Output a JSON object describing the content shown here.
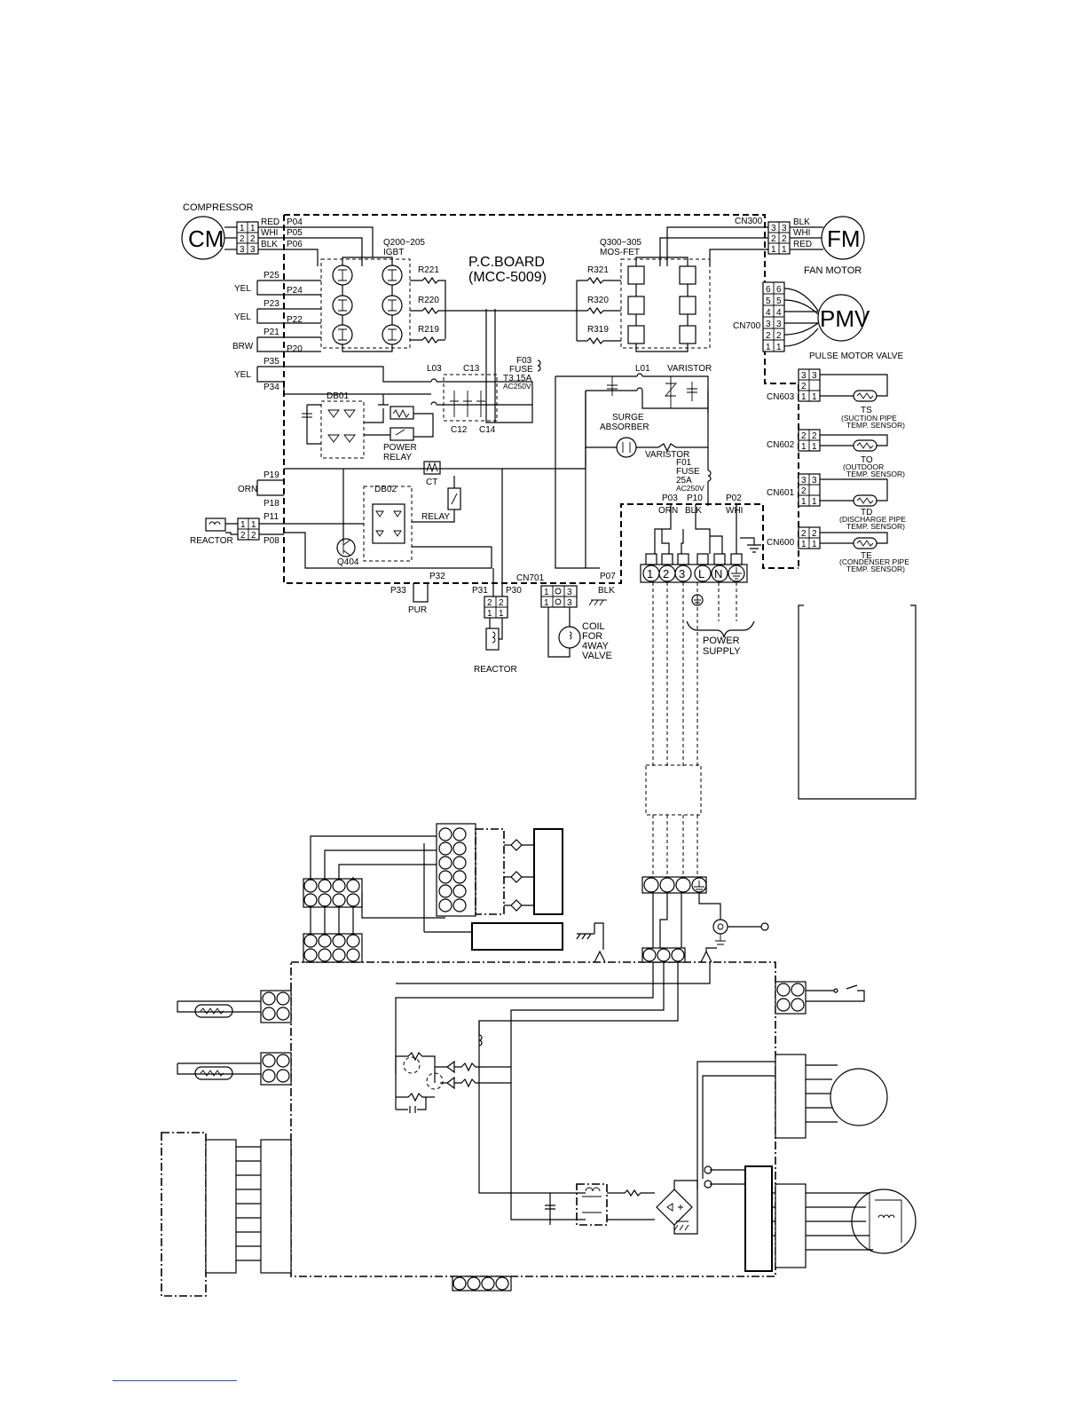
{
  "board": {
    "title": "P.C.BOARD",
    "model": "(MCC-5009)"
  },
  "compressor": {
    "label": "COMPRESSOR",
    "symbol": "CM",
    "pins": [
      "1",
      "2",
      "3"
    ],
    "wires": [
      "RED",
      "WHI",
      "BLK"
    ],
    "ports": [
      "P04",
      "P05",
      "P06"
    ]
  },
  "fan_motor": {
    "label": "FAN MOTOR",
    "symbol": "FM",
    "connector": "CN300",
    "pins": [
      "3",
      "2",
      "1"
    ],
    "wires": [
      "BLK",
      "WHI",
      "RED"
    ]
  },
  "pmv": {
    "label": "PULSE MOTOR VALVE",
    "symbol": "PMV",
    "connector": "CN700",
    "pins": [
      "6",
      "5",
      "4",
      "3",
      "2",
      "1"
    ]
  },
  "igbt": {
    "range": "Q200~205",
    "type": "IGBT",
    "resistors": [
      "R221",
      "R220",
      "R219"
    ]
  },
  "mosfet": {
    "range": "Q300~305",
    "type": "MOS-FET",
    "resistors": [
      "R321",
      "R320",
      "R319"
    ]
  },
  "left_ports": {
    "yel1": "YEL",
    "yel2": "YEL",
    "brw": "BRW",
    "yel3": "YEL",
    "orn": "ORN",
    "p25": "P25",
    "p24": "P24",
    "p23": "P23",
    "p22": "P22",
    "p21": "P21",
    "p20": "P20",
    "p35": "P35",
    "p34": "P34",
    "p19": "P19",
    "p18": "P18",
    "p11": "P11",
    "p08": "P08"
  },
  "filters": {
    "l03": "L03",
    "c13": "C13",
    "c12": "C12",
    "c14": "C14",
    "l01": "L01",
    "varistor_top": "VARISTOR"
  },
  "fuse1": {
    "id": "F03",
    "name": "FUSE",
    "rating": "T3.15A",
    "voltage": "AC250V"
  },
  "fuse2": {
    "id": "F01",
    "name": "FUSE",
    "rating": "25A",
    "voltage": "AC250V"
  },
  "parts": {
    "db01": "DB01",
    "db02": "DB02",
    "power_relay_1": "POWER",
    "power_relay_2": "RELAY",
    "ct": "CT",
    "relay": "RELAY",
    "q404": "Q404",
    "surge_1": "SURGE",
    "surge_2": "ABSORBER",
    "varistor_mid": "VARISTOR"
  },
  "reactor_left": {
    "label": "REACTOR",
    "pins": [
      "1",
      "2"
    ]
  },
  "reactor_bottom": {
    "label": "REACTOR",
    "pins": [
      "2",
      "1"
    ],
    "ports": [
      "P31",
      "P30"
    ]
  },
  "bottom_ports": {
    "p33": "P33",
    "p32": "P32",
    "pur": "PUR",
    "cn701": "CN701",
    "p07": "P07",
    "blk": "BLK"
  },
  "coil": {
    "pins": [
      "1",
      "3"
    ],
    "line1": "COIL",
    "line2": "FOR",
    "line3": "4WAY",
    "line4": "VALVE"
  },
  "supply_ports": {
    "p03": "P03",
    "p10": "P10",
    "p02": "P02",
    "orn": "ORN",
    "blk": "BLK",
    "whi": "WHI"
  },
  "terminal_block": {
    "labels": [
      "1",
      "2",
      "3",
      "L",
      "N"
    ]
  },
  "power_supply": {
    "line1": "POWER",
    "line2": "SUPPLY"
  },
  "sensors": [
    {
      "connector": "CN603",
      "pins": [
        "3",
        "2",
        "1"
      ],
      "name": "TS",
      "desc1": "(SUCTION PIPE",
      "desc2": "TEMP. SENSOR)"
    },
    {
      "connector": "CN602",
      "pins": [
        "2",
        "1"
      ],
      "name": "TO",
      "desc1": "(OUTDOOR",
      "desc2": "TEMP. SENSOR)"
    },
    {
      "connector": "CN601",
      "pins": [
        "3",
        "2",
        "1"
      ],
      "name": "TD",
      "desc1": "(DISCHARGE PIPE",
      "desc2": "TEMP. SENSOR)"
    },
    {
      "connector": "CN600",
      "pins": [
        "2",
        "1"
      ],
      "name": "TE",
      "desc1": "(CONDENSER PIPE",
      "desc2": "TEMP. SENSOR)"
    }
  ]
}
